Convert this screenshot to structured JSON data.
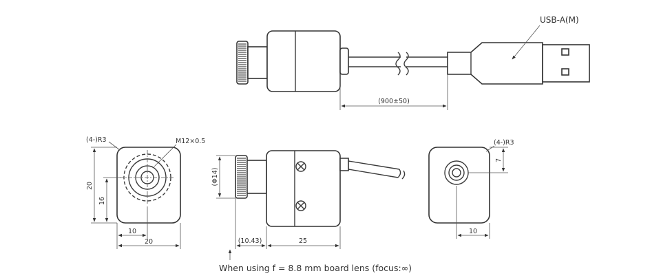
{
  "labels": {
    "usb_a": "USB-A(M)",
    "cable_length": "(900±50)",
    "front_radius": "(4-)R3",
    "thread": "M12×0.5",
    "front_height": "20",
    "front_center_height": "16",
    "front_center_width": "10",
    "front_width": "20",
    "side_lens_diameter": "(Φ14)",
    "lens_protrusion": "(10.43)",
    "side_body_length": "25",
    "back_radius": "(4-)R3",
    "back_offset_v": "7",
    "back_offset_h": "10",
    "note": "When using f = 8.8 mm board lens (focus:∞)"
  }
}
